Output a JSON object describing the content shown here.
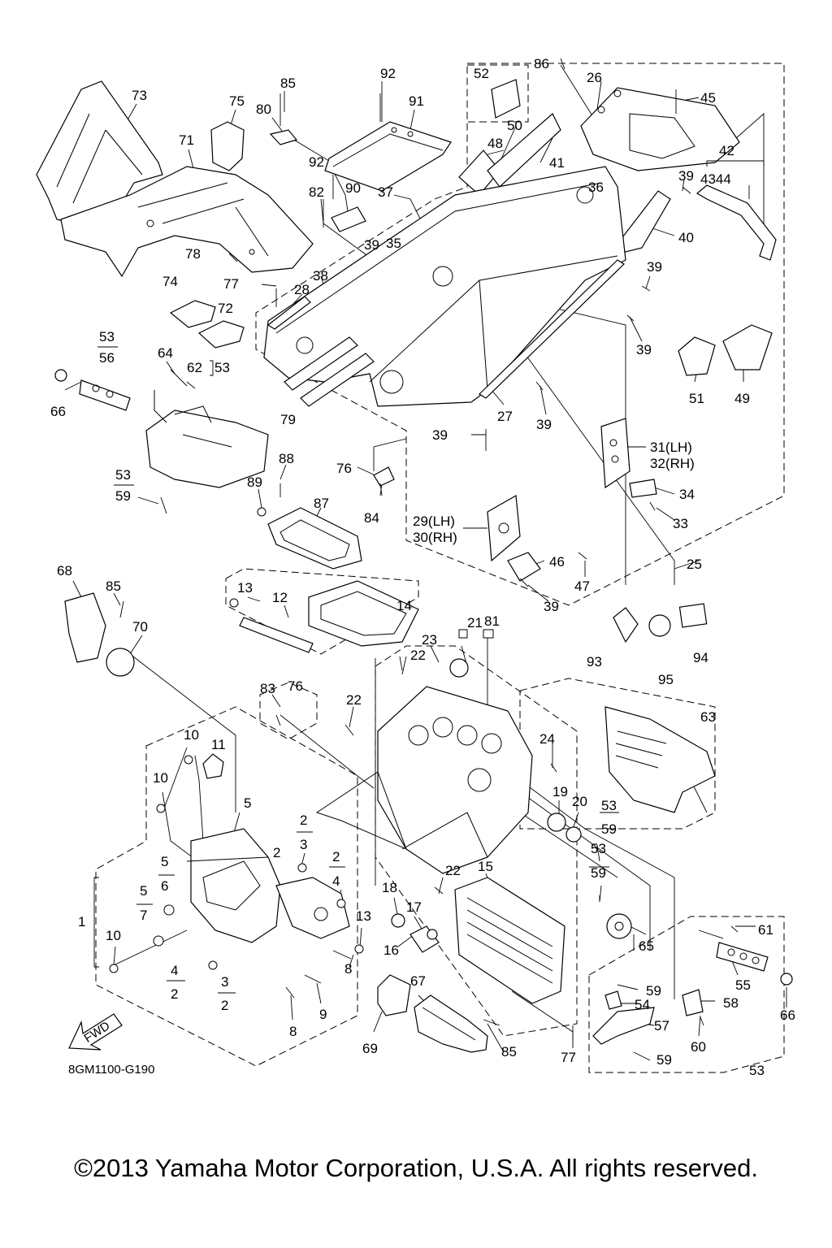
{
  "callouts": [
    "1",
    "2",
    "3",
    "4",
    "5",
    "6",
    "7",
    "8",
    "9",
    "10",
    "11",
    "12",
    "13",
    "14",
    "15",
    "16",
    "17",
    "18",
    "19",
    "20",
    "21",
    "22",
    "23",
    "24",
    "25",
    "26",
    "27",
    "28",
    "29(LH)",
    "30(RH)",
    "31(LH)",
    "32(RH)",
    "33",
    "34",
    "35",
    "36",
    "37",
    "38",
    "39",
    "40",
    "41",
    "42",
    "43",
    "44",
    "45",
    "46",
    "47",
    "48",
    "49",
    "50",
    "51",
    "52",
    "53",
    "54",
    "55",
    "56",
    "57",
    "58",
    "59",
    "60",
    "61",
    "62",
    "63",
    "64",
    "65",
    "66",
    "67",
    "68",
    "69",
    "70",
    "71",
    "72",
    "73",
    "74",
    "75",
    "76",
    "77",
    "78",
    "79",
    "80",
    "81",
    "82",
    "83",
    "84",
    "85",
    "86",
    "87",
    "88",
    "89",
    "90",
    "91",
    "92",
    "93",
    "94",
    "95"
  ],
  "fraction_numbers": [
    "53",
    "56",
    "59",
    "5",
    "6",
    "7",
    "2",
    "3",
    "4"
  ],
  "fwd_label": "FWD",
  "diagram_code": "8GM1100-G190",
  "copyright": "©2013 Yamaha Motor Corporation, U.S.A. All rights reserved."
}
